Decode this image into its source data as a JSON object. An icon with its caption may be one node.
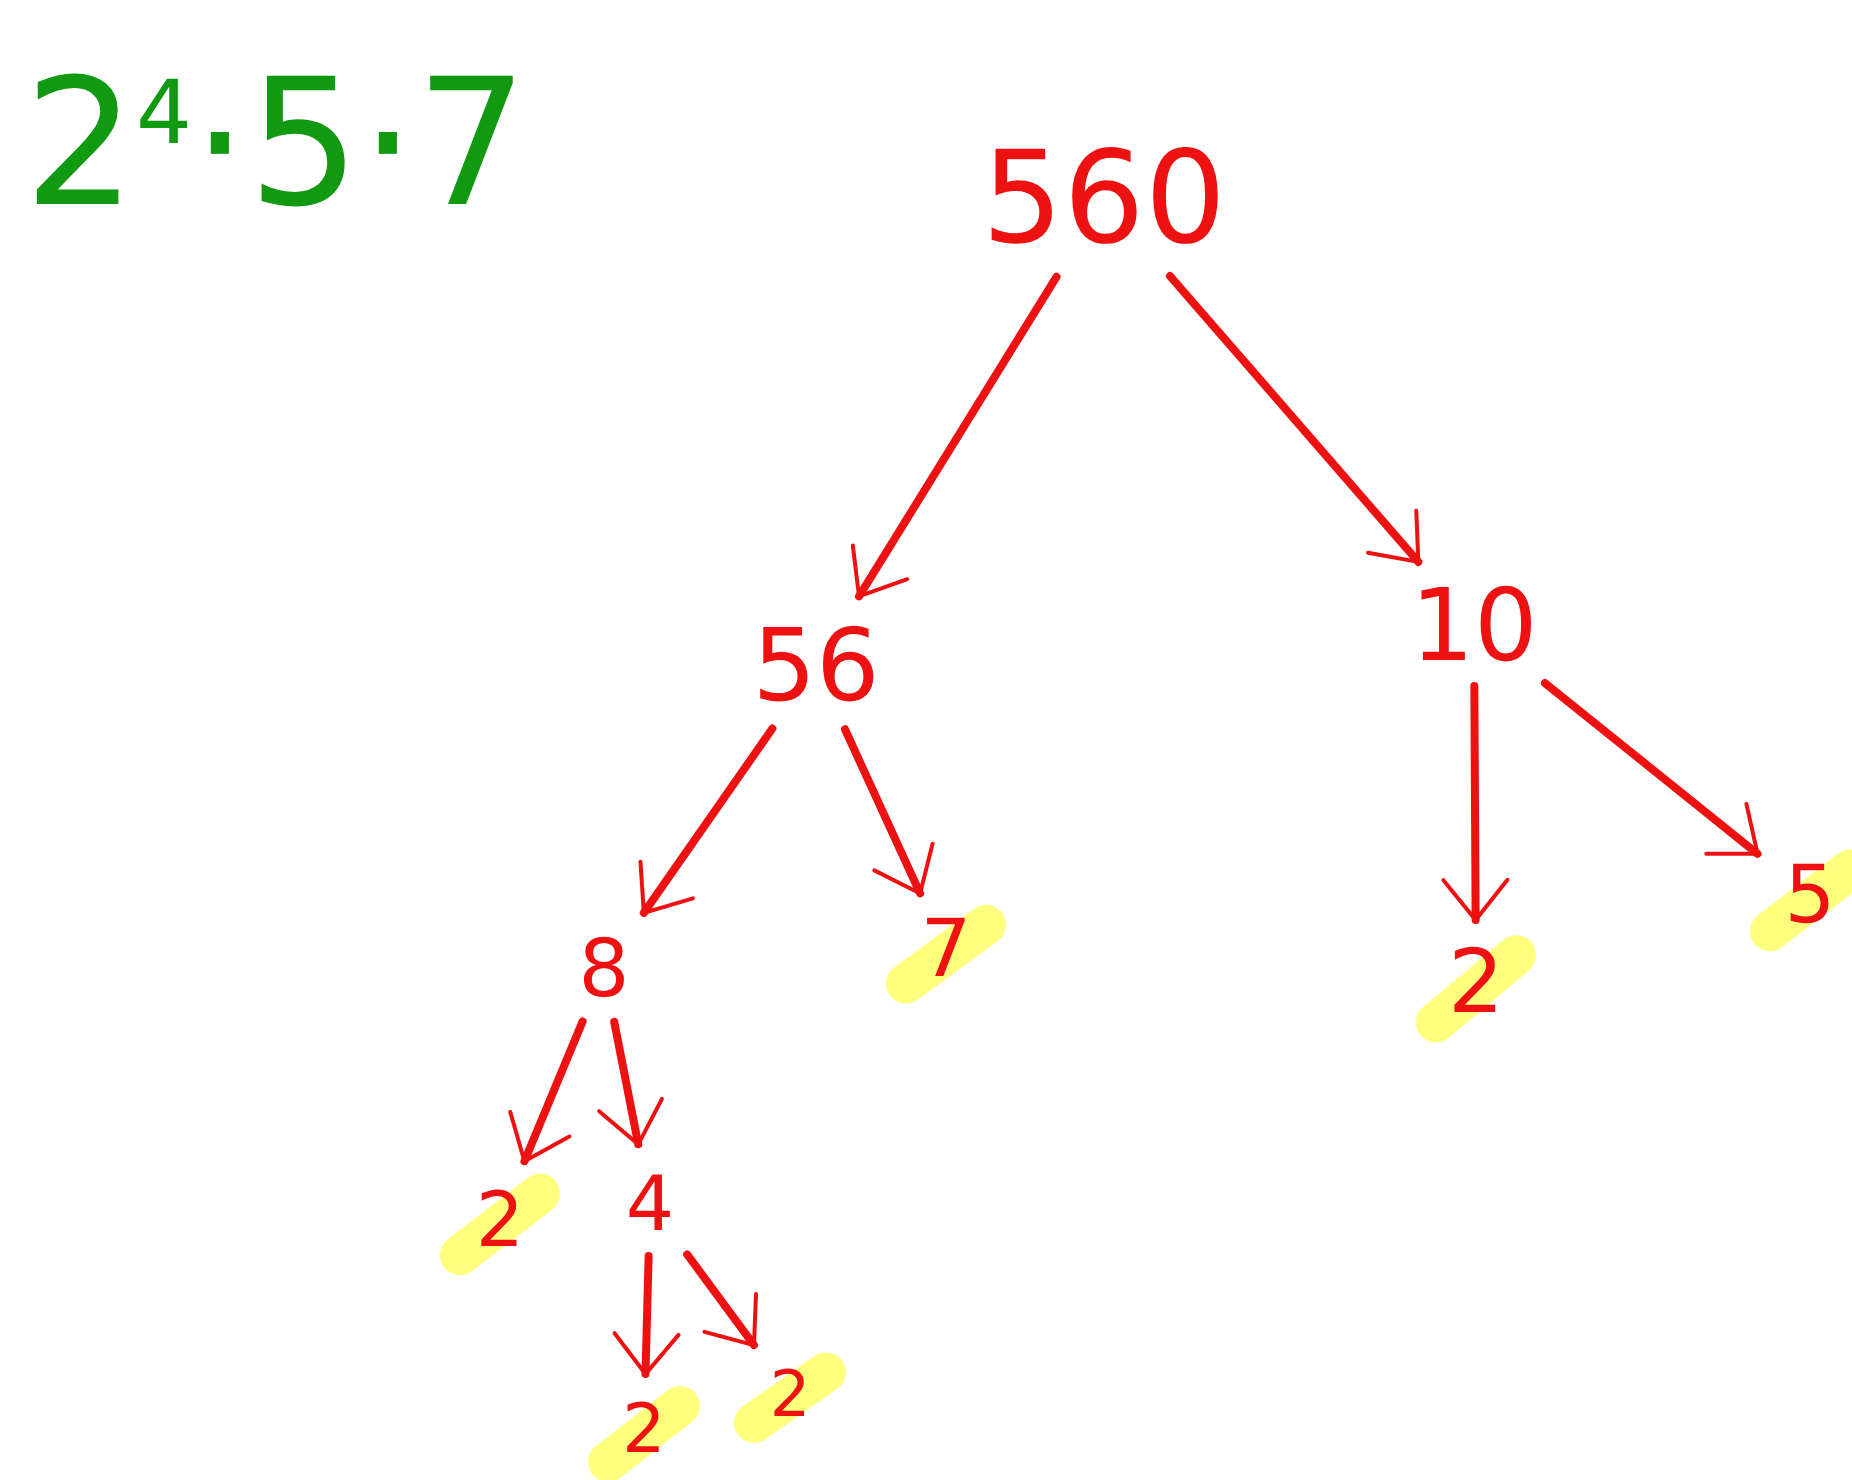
{
  "diagram": {
    "nodes": [
      {
        "text": [
          "560"
        ]
      },
      {
        "text": [
          "56"
        ]
      },
      {
        "text": [
          "10"
        ]
      },
      {
        "text": [
          "8"
        ]
      },
      {
        "text": [
          "7"
        ]
      },
      {
        "text": [
          "2"
        ]
      },
      {
        "text": [
          "5"
        ]
      },
      {
        "text": [
          "2"
        ]
      },
      {
        "text": [
          "4"
        ]
      },
      {
        "text": [
          "2"
        ]
      },
      {
        "text": [
          "2"
        ]
      }
    ],
    "edges": [
      {
        "from": 0,
        "to": 1,
        "arrow": "to"
      },
      {
        "from": 0,
        "to": 2,
        "arrow": "to"
      },
      {
        "from": 1,
        "to": 3,
        "arrow": "to"
      },
      {
        "from": 1,
        "to": 4,
        "arrow": "to"
      },
      {
        "from": 2,
        "to": 5,
        "arrow": "to"
      },
      {
        "from": 2,
        "to": 6,
        "arrow": "to"
      },
      {
        "from": 3,
        "to": 7,
        "arrow": "to"
      },
      {
        "from": 3,
        "to": 8,
        "arrow": "to"
      },
      {
        "from": 8,
        "to": 9,
        "arrow": "to"
      },
      {
        "from": 8,
        "to": 10,
        "arrow": "to"
      }
    ],
    "labels": [
      "2$^{4}$·5·7"
    ]
  }
}
